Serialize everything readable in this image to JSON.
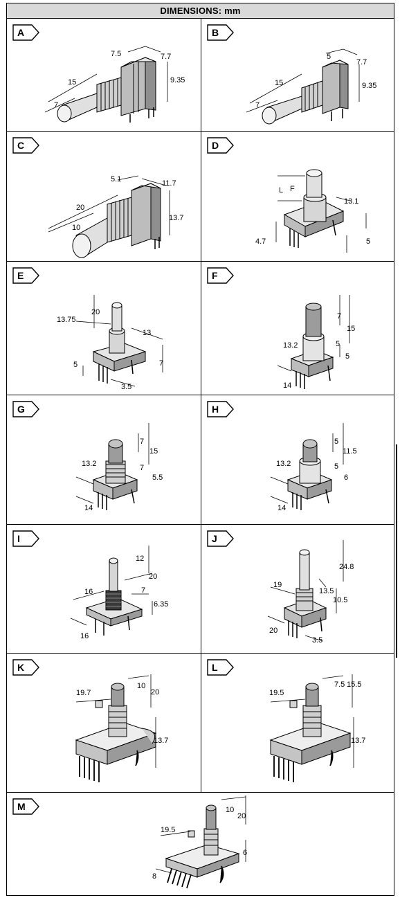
{
  "header": {
    "title": "DIMENSIONS: mm"
  },
  "cells": [
    {
      "id": "A",
      "dims": [
        "7.5",
        "7.7",
        "15",
        "9.35",
        "7"
      ]
    },
    {
      "id": "B",
      "dims": [
        "5",
        "7.7",
        "15",
        "9.35",
        "7"
      ]
    },
    {
      "id": "C",
      "dims": [
        "5.1",
        "11.7",
        "20",
        "10",
        "13.7"
      ]
    },
    {
      "id": "D",
      "dims": [
        "L",
        "F",
        "13.1",
        "4.7",
        "5"
      ]
    },
    {
      "id": "E",
      "dims": [
        "20",
        "13.75",
        "13",
        "5",
        "7",
        "3.5"
      ]
    },
    {
      "id": "F",
      "dims": [
        "7",
        "15",
        "13.2",
        "5",
        "5",
        "14"
      ]
    },
    {
      "id": "G",
      "dims": [
        "7",
        "15",
        "13.2",
        "7",
        "5.5",
        "14"
      ]
    },
    {
      "id": "H",
      "dims": [
        "5",
        "11.5",
        "13.2",
        "5",
        "6",
        "14"
      ]
    },
    {
      "id": "I",
      "dims": [
        "12",
        "20",
        "16",
        "7",
        "6.35",
        "16"
      ]
    },
    {
      "id": "J",
      "dims": [
        "24.8",
        "19",
        "13.5",
        "10.5",
        "20",
        "3.5"
      ]
    },
    {
      "id": "K",
      "dims": [
        "10",
        "20",
        "19.7",
        "13.7"
      ]
    },
    {
      "id": "L",
      "dims": [
        "7.5",
        "15.5",
        "19.5",
        "13.7"
      ]
    },
    {
      "id": "M",
      "dims": [
        "10",
        "20",
        "19.5",
        "6",
        "8"
      ]
    }
  ],
  "colors": {
    "header_bg": "#d9d9d9",
    "line": "#000000",
    "body_fill": "#c8c8c8",
    "shaft_fill": "#b0b0b0"
  }
}
